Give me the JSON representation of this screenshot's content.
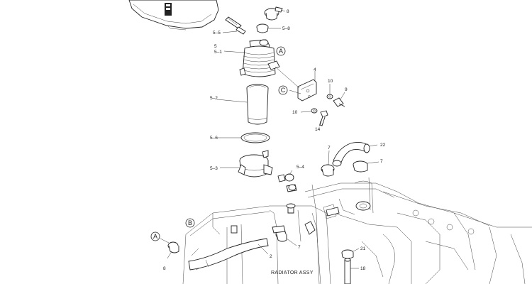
{
  "diagram": {
    "labels": {
      "l_8_top": "8",
      "l_5_8": "5–8",
      "l_5_5": "5–5",
      "l_5": "5",
      "l_5_1": "5–1",
      "l_4": "4",
      "l_10a": "10",
      "l_9": "9",
      "l_5_2": "5–2",
      "l_10b": "10",
      "l_14": "14",
      "l_5_6": "5–6",
      "l_7a": "7",
      "l_22": "22",
      "l_7b": "7",
      "l_5_3": "5–3",
      "l_5_4": "5–4",
      "l_7c": "7",
      "l_2": "2",
      "l_8_bottom": "8",
      "l_21": "21",
      "l_18": "18",
      "radiator": "RADIATOR ASSY"
    },
    "callouts": {
      "a_top": "A",
      "c": "C",
      "b": "B",
      "a_bottom": "A"
    }
  }
}
